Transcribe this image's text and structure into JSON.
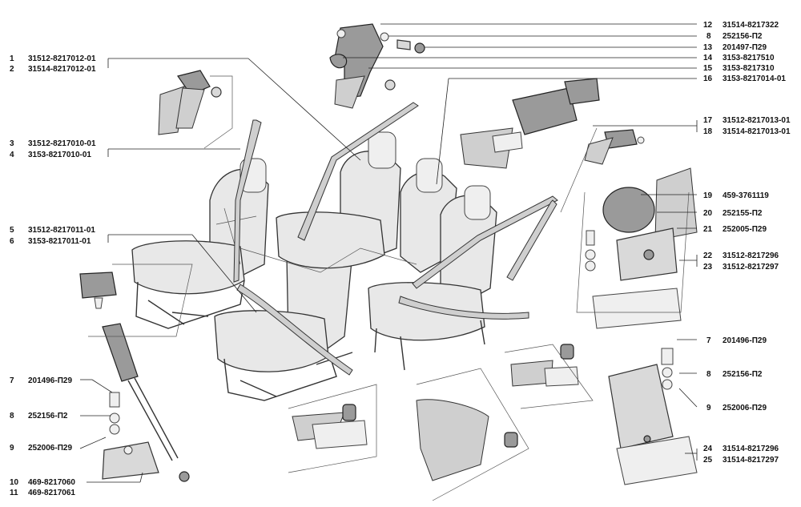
{
  "callouts": [
    {
      "num": "1",
      "code": "31512-8217012-01"
    },
    {
      "num": "2",
      "code": "31514-8217012-01"
    },
    {
      "num": "3",
      "code": "31512-8217010-01"
    },
    {
      "num": "4",
      "code": "3153-8217010-01"
    },
    {
      "num": "5",
      "code": "31512-8217011-01"
    },
    {
      "num": "6",
      "code": "3153-8217011-01"
    },
    {
      "num": "7",
      "code": "201496-П29"
    },
    {
      "num": "8",
      "code": "252156-П2"
    },
    {
      "num": "9",
      "code": "252006-П29"
    },
    {
      "num": "10",
      "code": "469-8217060"
    },
    {
      "num": "11",
      "code": "469-8217061"
    },
    {
      "num": "12",
      "code": "31514-8217322"
    },
    {
      "num": "8",
      "code": "252156-П2"
    },
    {
      "num": "13",
      "code": "201497-П29"
    },
    {
      "num": "14",
      "code": "3153-8217510"
    },
    {
      "num": "15",
      "code": "3153-8217310"
    },
    {
      "num": "16",
      "code": "3153-8217014-01"
    },
    {
      "num": "17",
      "code": "31512-8217013-01"
    },
    {
      "num": "18",
      "code": "31514-8217013-01"
    },
    {
      "num": "19",
      "code": "459-3761119"
    },
    {
      "num": "20",
      "code": "252155-П2"
    },
    {
      "num": "21",
      "code": "252005-П29"
    },
    {
      "num": "22",
      "code": "31512-8217296"
    },
    {
      "num": "23",
      "code": "31512-8217297"
    },
    {
      "num": "7",
      "code": "201496-П29"
    },
    {
      "num": "8",
      "code": "252156-П2"
    },
    {
      "num": "9",
      "code": "252006-П29"
    },
    {
      "num": "24",
      "code": "31514-8217296"
    },
    {
      "num": "25",
      "code": "31514-8217297"
    }
  ]
}
